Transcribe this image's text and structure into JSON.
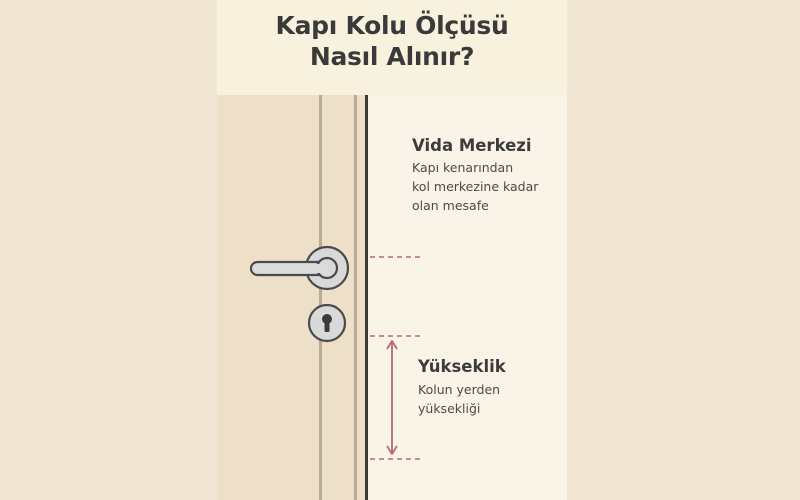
{
  "title": {
    "line1": "Kapı Kolu Ölçüsü",
    "line2": "Nasıl Alınır?"
  },
  "labels": {
    "screw_center": {
      "heading": "Vida Merkezi",
      "lines": [
        "Kapı kenarından",
        "kol merkezine kadar",
        "olan mesafe"
      ]
    },
    "height": {
      "heading": "Yükseklik",
      "lines": [
        "Kolun yerden",
        "yüksekliği"
      ]
    }
  },
  "colors": {
    "background": "#f1e6d4",
    "panel": "#faf4e8",
    "door": "#eedfc9",
    "door_edge": "#3b3b3b",
    "measure": "#b56a66",
    "hardware": "#d9d9d9",
    "hardware_outline": "#4a4a4a",
    "text": "#3a3a3a"
  },
  "icons": [
    "door-handle-icon",
    "keyhole-icon",
    "height-arrow-icon"
  ]
}
